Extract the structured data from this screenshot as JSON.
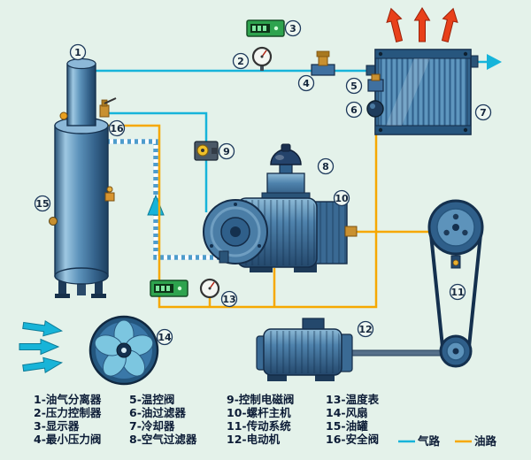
{
  "callouts": [
    "1",
    "2",
    "3",
    "4",
    "5",
    "6",
    "7",
    "8",
    "9",
    "10",
    "11",
    "12",
    "13",
    "14",
    "15",
    "16"
  ],
  "legend": {
    "items": [
      "1-油气分离器",
      "2-压力控制器",
      "3-显示器",
      "4-最小压力阀",
      "5-温控阀",
      "6-油过滤器",
      "7-冷却器",
      "8-空气过滤器",
      "9-控制电磁阀",
      "10-螺杆主机",
      "11-传动系统",
      "12-电动机",
      "13-温度表",
      "14-风扇",
      "15-油罐",
      "16-安全阀"
    ],
    "air_path_label": "气路",
    "oil_path_label": "油路",
    "air_color": "#16b4da",
    "oil_color": "#f6a800",
    "hot_air_color": "#e8401a"
  }
}
